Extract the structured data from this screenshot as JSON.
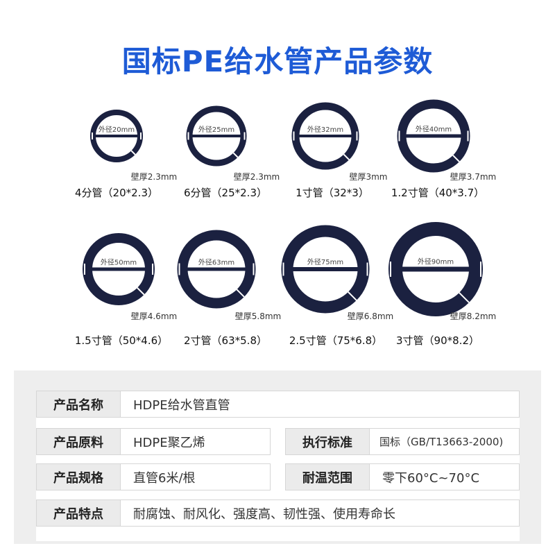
{
  "title": "国标PE给水管产品参数",
  "colors": {
    "title": "#1e5bd6",
    "pipe": "#1b2140",
    "panel_bg": "#eeeeee",
    "key_bg": "#ebebeb"
  },
  "pipes": [
    {
      "od_label": "外径20mm",
      "wall_label": "壁厚2.3mm",
      "name": "4分管（20*2.3）",
      "od": 20,
      "wall": 2.3
    },
    {
      "od_label": "外径25mm",
      "wall_label": "壁厚2.3mm",
      "name": "6分管（25*2.3）",
      "od": 25,
      "wall": 2.3
    },
    {
      "od_label": "外径32mm",
      "wall_label": "壁厚3mm",
      "name": "1寸管（32*3）",
      "od": 32,
      "wall": 3
    },
    {
      "od_label": "外径40mm",
      "wall_label": "壁厚3.7mm",
      "name": "1.2寸管（40*3.7）",
      "od": 40,
      "wall": 3.7
    },
    {
      "od_label": "外径50mm",
      "wall_label": "壁厚4.6mm",
      "name": "1.5寸管（50*4.6）",
      "od": 50,
      "wall": 4.6
    },
    {
      "od_label": "外径63mm",
      "wall_label": "壁厚5.8mm",
      "name": "2寸管（63*5.8）",
      "od": 63,
      "wall": 5.8
    },
    {
      "od_label": "外径75mm",
      "wall_label": "壁厚6.8mm",
      "name": "2.5寸管（75*6.8）",
      "od": 75,
      "wall": 6.8
    },
    {
      "od_label": "外径90mm",
      "wall_label": "壁厚8.2mm",
      "name": "3寸管（90*8.2）",
      "od": 90,
      "wall": 8.2
    }
  ],
  "specs": {
    "name_key": "产品名称",
    "name_val": "HDPE给水管直管",
    "material_key": "产品原料",
    "material_val": "HDPE聚乙烯",
    "standard_key": "执行标准",
    "standard_val": "国标（GB/T13663-2000)",
    "spec_key": "产品规格",
    "spec_val": "直管6米/根",
    "temp_key": "耐温范围",
    "temp_val": "零下60°C~70°C",
    "feature_key": "产品特点",
    "feature_val": "耐腐蚀、耐风化、强度高、韧性强、使用寿命长"
  }
}
